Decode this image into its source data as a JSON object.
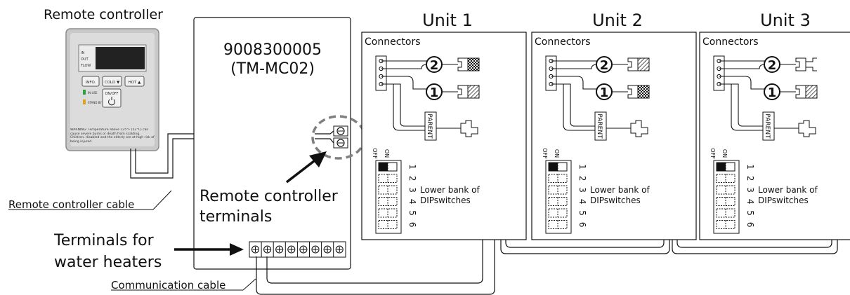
{
  "remote": {
    "title": "Remote controller",
    "labels": {
      "in": "IN",
      "out": "OUT",
      "flow": "FLOW"
    },
    "buttons": {
      "info": "INFO.",
      "cold": "COLD ▼",
      "hot": "HOT ▲",
      "onoff": "ON/OFF"
    },
    "leds": {
      "in_use": "IN USE",
      "standby": "STAND BY"
    },
    "warning": "WARNING: Temperature above 125°F (52°C) can cause severe burns or death from scalding. Children, disabled and the elderly are at high risk of being injured.",
    "colors": {
      "face": "#d7d7d7",
      "screen": "#222222",
      "led_green": "#2ea043",
      "led_amber": "#e0a020"
    }
  },
  "controller": {
    "model": "9008300005",
    "code": "(TM-MC02)"
  },
  "callouts": {
    "remote_terminals_line1": "Remote controller",
    "remote_terminals_line2": "terminals",
    "heater_terminals_line1": "Terminals for",
    "heater_terminals_line2": "water heaters",
    "remote_cable": "Remote controller cable",
    "comm_cable": "Communication cable"
  },
  "units": [
    {
      "title": "Unit 1",
      "connectors": "Connectors",
      "parent": "PARENT",
      "dip_off": "OFF",
      "dip_on": "ON",
      "dip_numbers": [
        "1",
        "2",
        "3",
        "4",
        "5",
        "6"
      ],
      "dip_caption_line1": "Lower bank of",
      "dip_caption_line2": "DIPswitches"
    },
    {
      "title": "Unit 2",
      "connectors": "Connectors",
      "parent": "PARENT",
      "dip_off": "OFF",
      "dip_on": "ON",
      "dip_numbers": [
        "1",
        "2",
        "3",
        "4",
        "5",
        "6"
      ],
      "dip_caption_line1": "Lower bank of",
      "dip_caption_line2": "DIPswitches"
    },
    {
      "title": "Unit 3",
      "connectors": "Connectors",
      "parent": "PARENT",
      "dip_off": "OFF",
      "dip_on": "ON",
      "dip_numbers": [
        "1",
        "2",
        "3",
        "4",
        "5",
        "6"
      ],
      "dip_caption_line1": "Lower bank of",
      "dip_caption_line2": "DIPswitches"
    }
  ],
  "connector_numbers": {
    "top": "2",
    "bottom": "1"
  }
}
